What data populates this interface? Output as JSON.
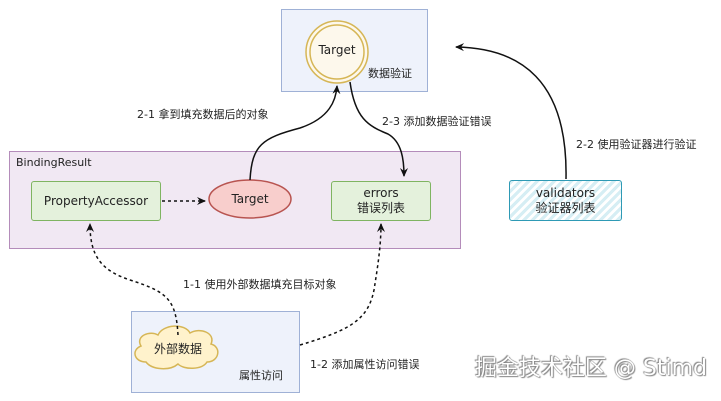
{
  "panels": {
    "validation": {
      "label": "数据验证"
    },
    "binding": {
      "label": "BindingResult"
    },
    "access": {
      "label": "属性访问"
    }
  },
  "nodes": {
    "target_top": "Target",
    "property_accessor": "PropertyAccessor",
    "target_mid": "Target",
    "errors": {
      "line1": "errors",
      "line2": "错误列表"
    },
    "validators": {
      "line1": "validators",
      "line2": "验证器列表"
    },
    "external_data": "外部数据"
  },
  "edges": {
    "e21": "2-1 拿到填充数据后的对象",
    "e23": "2-3 添加数据验证错误",
    "e22": "2-2 使用验证器进行验证",
    "e11": "1-1 使用外部数据填充目标对象",
    "e12": "1-2 添加属性访问错误"
  },
  "watermark": "掘金技术社区 @ Stimd",
  "colors": {
    "validation_panel": "#eef2fb",
    "binding_panel": "#f1e8f3",
    "target_top_fill": "#fdf8ec",
    "target_top_stroke": "#d6b656",
    "target_mid_fill": "#f8cecc",
    "target_mid_stroke": "#b85450",
    "green_fill": "#e4f1dc",
    "green_stroke": "#7fb461",
    "validators_stroke": "#2e9ab5",
    "cloud_fill": "#fff2cc",
    "cloud_stroke": "#d6b656"
  }
}
